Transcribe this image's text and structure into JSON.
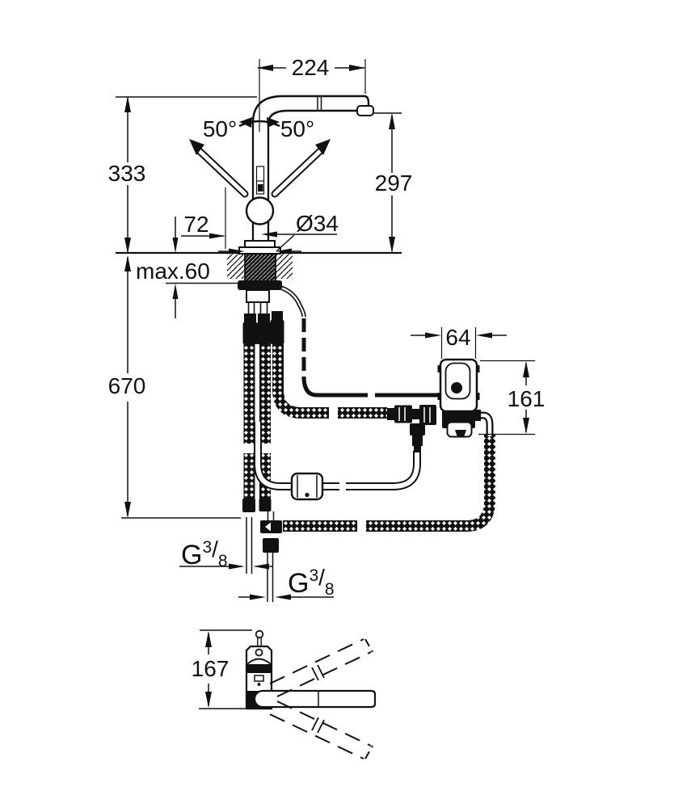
{
  "colors": {
    "line": "#111111",
    "background": "#ffffff"
  },
  "labels": {
    "spout_reach": "224",
    "swivel_left": "50°",
    "swivel_right": "50°",
    "height_above_deck": "333",
    "outlet_height": "297",
    "lever_offset": "72",
    "hole_diameter": "Ø34",
    "max_deck_thickness": "max.60",
    "hose_drop_length": "670",
    "box_width": "64",
    "box_height": "161",
    "thread": {
      "g": "G",
      "sup": "3",
      "slash": "/",
      "sub": "8"
    },
    "side_view_height": "167"
  }
}
